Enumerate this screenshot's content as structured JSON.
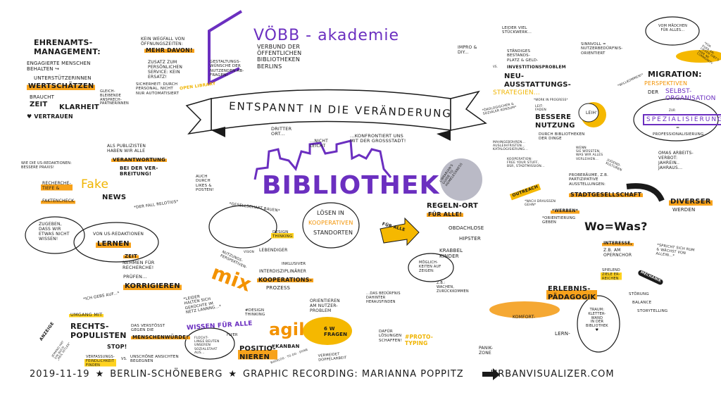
{
  "colors": {
    "yellow": "#f5b800",
    "orange": "#f39200",
    "purple": "#6b2fc0",
    "ink": "#1a1a1a"
  },
  "header": {
    "logo": "VÖBB - akademie",
    "subtitle": "Verbund der\nÖffentlichen\nBibliotheken\nBerlins",
    "banner": "Entspannt in die Veränderung"
  },
  "ehrenamt": {
    "title": "Ehrenamts-\nmanagement:",
    "keep": "Engagierte Menschen\nbehalten ↪",
    "supporters": "UnterstützerInnen",
    "value": "Wertschätzen",
    "needs": "braucht",
    "time": "Zeit",
    "clarity": "Klarheit",
    "trust": "♥ Vertrauen",
    "contacts": "Gleich-\nbleibende\nAnsprech-\npartnerInnen"
  },
  "opening": {
    "no_loss": "Kein Wegfall von\nÖffnungszeiten:",
    "more": "Mehr davon!",
    "addition": "Zusatz zum\npersönlichen\nService: kein\nErsatz!",
    "security": "Sicherheit: durch\nPersonal, nicht\nnur automatisiert",
    "open_library": "Open Library",
    "wishes": "Gestaltungs-\nwünsche der\nNutzenden ab-\nfragen!"
  },
  "fake": {
    "us_practice": "Wie die US-Redaktionen:\nbessere Praxis!",
    "research_depth": "Recherche-\ntiefe &",
    "factcheck": "Faktencheck",
    "fake": "Fake",
    "news": "News",
    "relotius": "*Der Fall Relotius*",
    "publicists": "Als Publizisten\nhaben wir alle",
    "responsibility": "Verantwortung",
    "spread": "bei der Ver-\nbreitung!",
    "likes": "auch\ndurch\nLikes &\nPosten!",
    "admit": "Zugeben,\ndass wir\netwas nicht\nwissen!",
    "learn_from": "Von US-Redaktionen",
    "learn": "Lernen",
    "time": "Zeit",
    "take_time": "nehmen für\nRecherche!",
    "check": "Prüfen...",
    "correct": "Korrigieren",
    "give_up": "*Ich gebs auf...*",
    "rumours": "*Leider\nhalten sich\nGerüchte im\nNetz lannng...*"
  },
  "populism": {
    "dealing": "Umgang mit",
    "right": "Rechts-\npopulisten",
    "stop": "Stop!",
    "dignity_pre": "Das verstößt\ngegen die",
    "dignity": "Menschenwürde!",
    "constitution": "Verfassungs-\nfeindlichkeit\nfinden",
    "vs": "vs.",
    "views": "Unschöne Ansichten\nbegegnen",
    "ad": "Anzeige",
    "ad_text": "Jemand hat\nein Buch\n„Heil Hitler“",
    "knowledge": "Wissen für alle",
    "arrows": "Flyer",
    "refugees": "Flücht-\nlinge beuten\nunseren\nSozialstaat\naus...",
    "position": "Positio-\nnieren"
  },
  "center": {
    "third_place": "Dritter\nOrt...",
    "not_easy": "...nicht\nleicht",
    "city": "...konfrontiert uns\nmit der Großstadt!",
    "library": "BIBLIOTHEK",
    "solve": "Lösen in",
    "cooperative": "kooperativen",
    "sites": "Standorten",
    "for_all": "Für alle",
    "society": "*Gesellschaft bauen*",
    "design_thinking": "Design\nThinking",
    "vision": "Vision",
    "livelier": "lebendiger",
    "inclusive": "inklusiver",
    "interdisciplinary": "interdisziplinärer",
    "coop_process": "Kooperations-",
    "process": "prozess",
    "perspectives": "Nutzungs-\nperspektiven-",
    "mix": "mix"
  },
  "agile": {
    "design_tag": "#Design\nThinking",
    "agile": "agil",
    "kanban": "#Kanban",
    "board": "Backlog · To do · Done",
    "avoid": "vermeidet\nDoppelarbeit",
    "orient": "orientieren\nam Nutzer-\nProblem",
    "six_w": "6 W\nFragen",
    "need": "...das Bedürfnis\ndahinter\nherausfinden",
    "solutions": "dafür\nLösungen\nschaffen!",
    "prototyping": "#Proto-\ntyping"
  },
  "rules": {
    "guide": "Librarian's\nGuide to\nHomelessness",
    "rules": "Regeln-Ort",
    "for_all": "für alle!",
    "homeless": "Obdachlose",
    "hipster": "Hipster",
    "toddlers": "Krabbel\nKinder",
    "options": "Möglich-\nkeiten auf\nzeigen:",
    "example": "z.B.:\nWachen,\nzurückkommen"
  },
  "equipment": {
    "impro": "Impro &\nDIY...",
    "vs": "vs.",
    "patchwork": "Leider viel\nStückwerk...",
    "problem": "Ständiges\nBestands-\nplatz & Geld-",
    "invest": "Investitionsproblem",
    "sensible": "Sinnvoll =\nNutzerbedürfnis-\norientiert",
    "new": "Neu-\nausstattungs-",
    "strategies": "Strategien...",
    "eco": "*Ökologischer &\nsozialer Konsum*",
    "wip": "*Work in Progress*",
    "guide": "Leit-\nfaden",
    "better": "Bessere\nNutzung",
    "things": "durch Bibliotheken\nder Dinge",
    "lend": "Leih'",
    "fees": "Mahngebühren...\nAusleihfristen...\nKatalogisierung...",
    "coop": "Kooperation:\nFree your stuff,\nBSR, Stadtmission...",
    "if_knew": "Wenn\nSie wüssten,\nwas wir alles\nverleihen..."
  },
  "migration": {
    "speech": "Vom Mädchen\nfür alles...",
    "welcome": "*Willkommen!*",
    "community": "*Für\neuer An-\nliegen gibt's\nhier ne\nCommunity",
    "title": "Migration:",
    "perspectives": "Perspektiven",
    "of": "der",
    "self": "Selbst-\norganisation",
    "to": "zur",
    "special": "Spezialisierung",
    "eq": "=",
    "professional": "Professionalisierung",
    "grandma": "Omas Arbeits-\nverbot:\nJahrein..\nJahraus...",
    "youth": "Jugend-\nkulturen"
  },
  "outreach": {
    "outreach": "Outreach",
    "out": "*nach draußen\ngehn*",
    "rooms": "Proberäume, z.B.\npartizipative\nAusstellungen:",
    "city_society": "Stadtgesellschaft",
    "diverse": "Diverser",
    "become": "werden",
    "advertise": "*Werben*",
    "orientation": "*Orientierung\ngeben",
    "where_what": "Wo=Was?",
    "interest": "Interesse,",
    "choir": "z.B. am\nOpernchor",
    "spreads": "*Spricht sich rum\n& wächst von\nallein...*"
  },
  "experience": {
    "playful": "Spielend\nziele er-\nreichen",
    "mechanics": "Mechanik",
    "disruption": "Störung",
    "balance": "Balance",
    "storytelling": "Storytelling",
    "title": "Erlebnis-\npädagogik",
    "dream": "Traum:\nKletter-\nwand\nin der\nBibliothek\n♥",
    "comfort": "Komfort-",
    "learn": "Lern-",
    "panic": "Panik-\nzone"
  },
  "footer": {
    "date": "2019-11-19",
    "place": "Berlin-Schöneberg",
    "credit": "Graphic Recording: Marianna Poppitz",
    "site": "urbanvisualizer.com"
  }
}
